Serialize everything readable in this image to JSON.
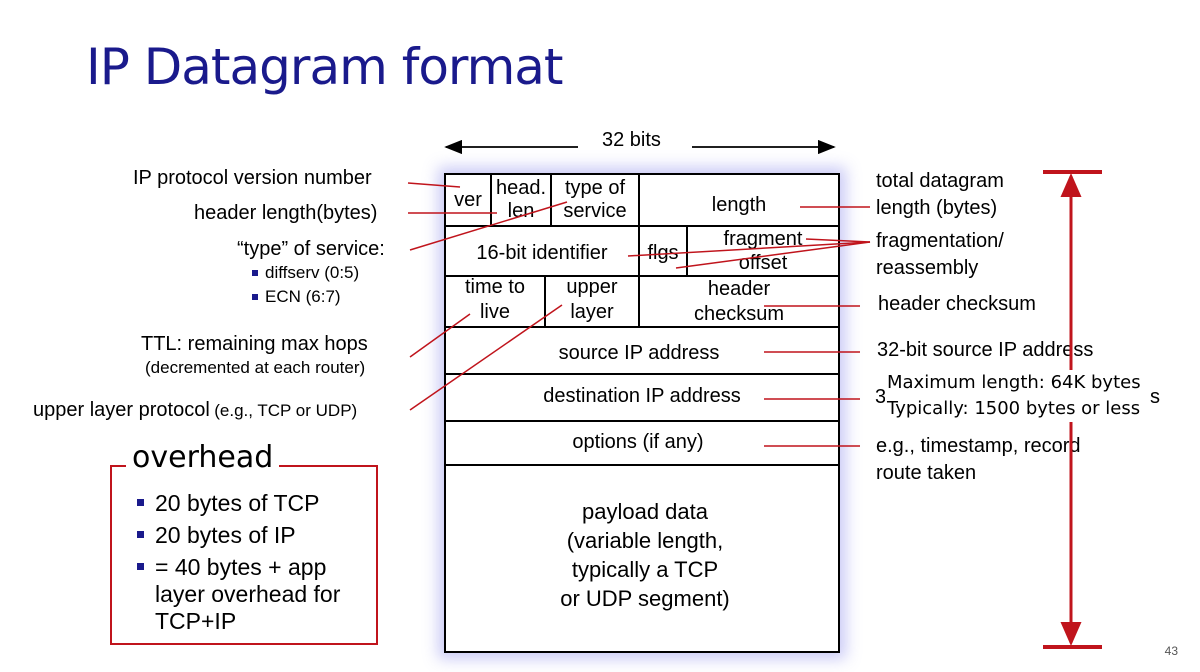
{
  "title": "IP Datagram format",
  "bits_label": "32 bits",
  "fields": {
    "ver": "ver",
    "head_len_1": "head.",
    "head_len_2": "len",
    "tos_1": "type of",
    "tos_2": "service",
    "length": "length",
    "identifier": "16-bit identifier",
    "flags": "flgs",
    "frag_1": "fragment",
    "frag_2": "offset",
    "ttl_1": "time to",
    "ttl_2": "live",
    "upper_1": "upper",
    "upper_2": "layer",
    "checksum_1": "header",
    "checksum_2": "checksum",
    "source": "source IP address",
    "destination": "destination IP address",
    "options": "options (if any)",
    "payload_1": "payload data",
    "payload_2": "(variable length,",
    "payload_3": "typically a TCP",
    "payload_4": "or UDP segment)"
  },
  "left_labels": {
    "version": "IP protocol version number",
    "header_length": "header length(bytes)",
    "tos": "“type” of service:",
    "tos_bullets": [
      "diffserv (0:5)",
      "ECN (6:7)"
    ],
    "ttl_1": "TTL: remaining  max hops",
    "ttl_2": "(decremented at each router)",
    "upper_main": "upper layer protocol",
    "upper_paren": "(e.g., TCP or UDP)"
  },
  "right_labels": {
    "total_1": "total datagram",
    "total_2": "length (bytes)",
    "frag_1": "fragmentation/",
    "frag_2": "reassembly",
    "checksum": "header checksum",
    "source": "32-bit source IP address",
    "dest_peek_left": "3",
    "dest_peek_right": "s",
    "options_1": "e.g., timestamp, record",
    "options_2": "route taken"
  },
  "length_note": {
    "line1": "Maximum length: 64K bytes",
    "line2": "Typically: 1500 bytes or less"
  },
  "overhead": {
    "title": "overhead",
    "items": [
      "20 bytes of TCP",
      "20 bytes of IP",
      "= 40 bytes + app",
      "layer overhead for",
      "TCP+IP"
    ]
  },
  "page_number": "43",
  "colors": {
    "title": "#1a1a8c",
    "accent_red": "#c0141c",
    "bullet": "#1a1a8c",
    "glow": "#8c8ceb"
  }
}
